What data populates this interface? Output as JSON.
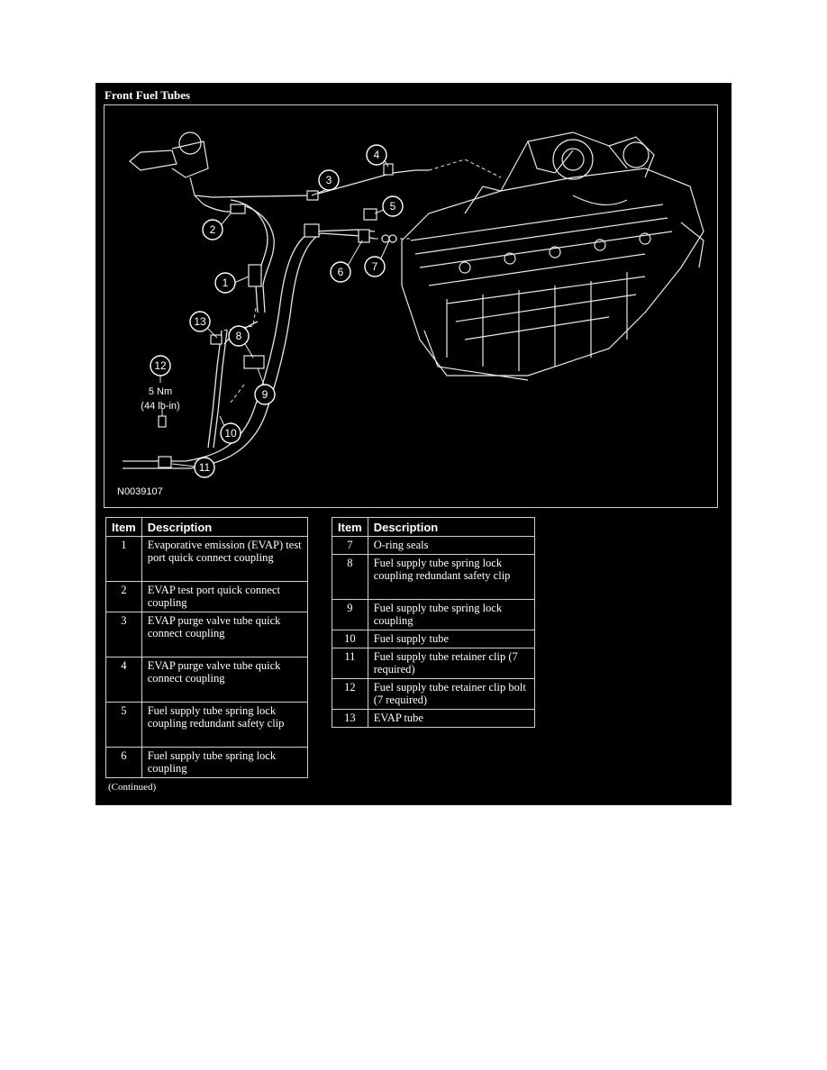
{
  "title": "Front Fuel Tubes",
  "figure": {
    "callouts": [
      "1",
      "2",
      "3",
      "4",
      "5",
      "6",
      "7",
      "8",
      "9",
      "10",
      "11",
      "12",
      "13"
    ],
    "torque_value": "5 Nm",
    "torque_imperial": "(44 lb-in)",
    "figure_code": "N0039107"
  },
  "table": {
    "headers": [
      "Item",
      "Description"
    ],
    "left_rows": [
      {
        "item": "1",
        "description": "Evaporative emission (EVAP) test port quick connect coupling"
      },
      {
        "item": "2",
        "description": "EVAP test port quick connect coupling"
      },
      {
        "item": "3",
        "description": "EVAP purge valve tube quick connect coupling"
      },
      {
        "item": "4",
        "description": "EVAP purge valve tube quick connect coupling"
      },
      {
        "item": "5",
        "description": "Fuel supply tube spring lock coupling redundant safety clip"
      },
      {
        "item": "6",
        "description": "Fuel supply tube spring lock coupling"
      }
    ],
    "right_rows": [
      {
        "item": "7",
        "description": "O-ring seals"
      },
      {
        "item": "8",
        "description": "Fuel supply tube spring lock coupling redundant safety clip"
      },
      {
        "item": "9",
        "description": "Fuel supply tube spring lock coupling"
      },
      {
        "item": "10",
        "description": "Fuel supply tube"
      },
      {
        "item": "11",
        "description": "Fuel supply tube retainer clip (7 required)"
      },
      {
        "item": "12",
        "description": "Fuel supply tube retainer clip bolt (7 required)"
      },
      {
        "item": "13",
        "description": "EVAP tube"
      }
    ]
  },
  "footnote": "(Continued)"
}
